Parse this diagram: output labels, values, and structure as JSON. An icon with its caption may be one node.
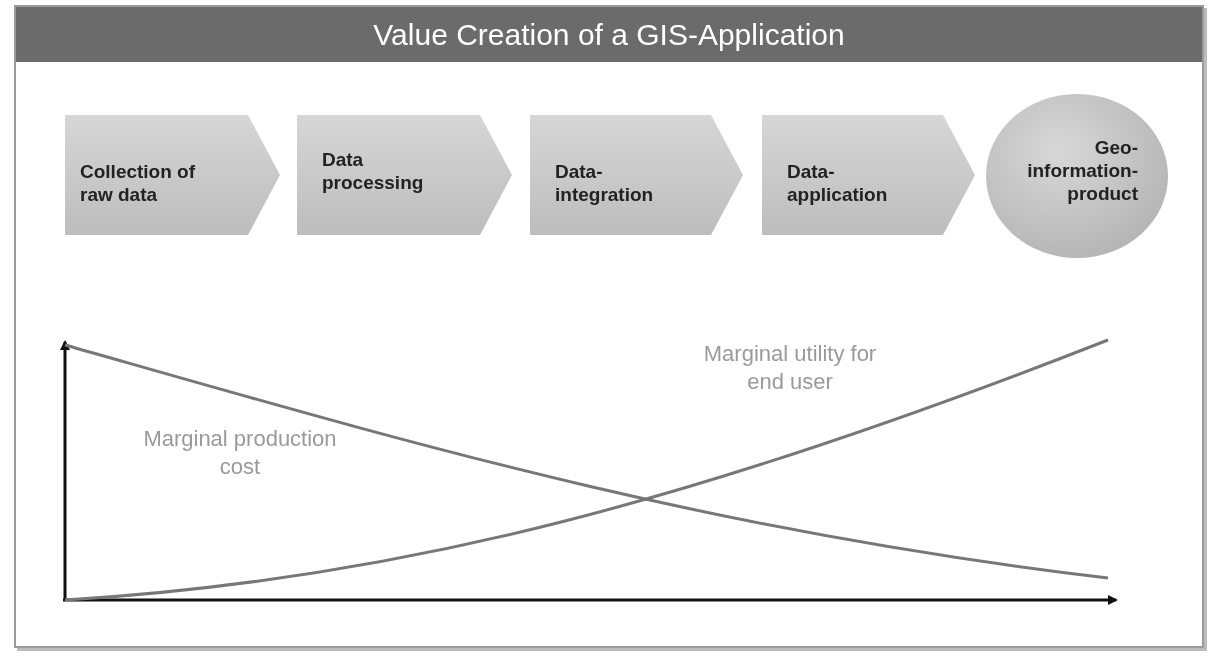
{
  "diagram": {
    "title": "Value Creation of a GIS-Application",
    "nodes": [
      {
        "text": [
          "Collection of raw data"
        ]
      },
      {
        "text": [
          "Data processing"
        ]
      },
      {
        "text": [
          "Data-integration"
        ]
      },
      {
        "text": [
          "Data-application"
        ]
      },
      {
        "text": [
          "Geo-information-product"
        ]
      }
    ],
    "labels": [
      "Marginal utility for end user",
      "Marginal production cost"
    ]
  }
}
